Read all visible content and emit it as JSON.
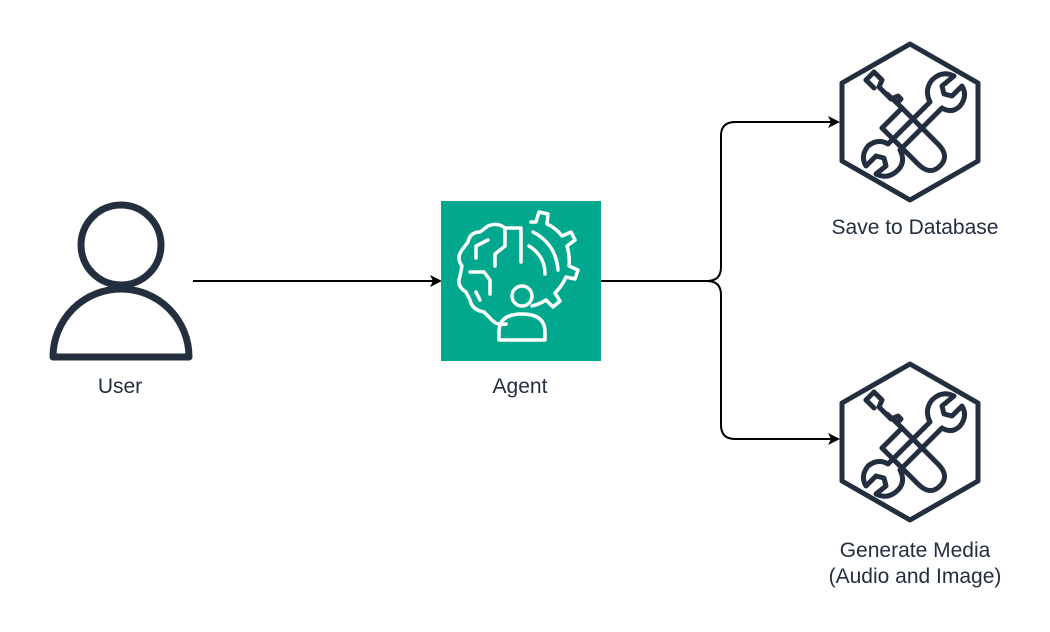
{
  "colors": {
    "ink": "#232f3e",
    "agent_fill": "#01a88d",
    "icon_white": "#ffffff",
    "connector": "#000000"
  },
  "nodes": {
    "user": {
      "label": "User",
      "icon": "user-icon"
    },
    "agent": {
      "label": "Agent",
      "icon": "agent-brain-gear-icon"
    },
    "save_db": {
      "label": "Save to Database",
      "icon": "tools-icon"
    },
    "gen_media": {
      "label_line1": "Generate Media",
      "label_line2": "(Audio and Image)",
      "icon": "tools-icon"
    }
  },
  "edges": [
    {
      "from": "user",
      "to": "agent"
    },
    {
      "from": "agent",
      "to": "save_db"
    },
    {
      "from": "agent",
      "to": "gen_media"
    }
  ]
}
